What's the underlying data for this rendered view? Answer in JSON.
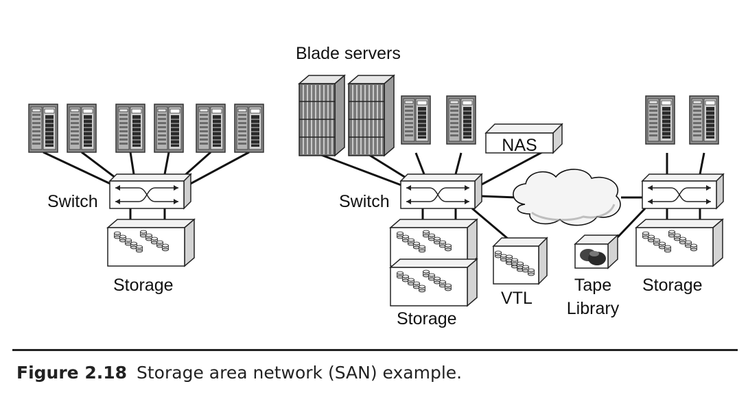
{
  "labels": {
    "blade_servers": "Blade servers",
    "nas": "NAS",
    "switch_left": "Switch",
    "switch_center": "Switch",
    "storage_left": "Storage",
    "storage_center": "Storage",
    "storage_right": "Storage",
    "vtl": "VTL",
    "tape_line1": "Tape",
    "tape_line2": "Library"
  },
  "caption": {
    "number": "Figure 2.18",
    "text": "Storage area network (SAN) example."
  }
}
